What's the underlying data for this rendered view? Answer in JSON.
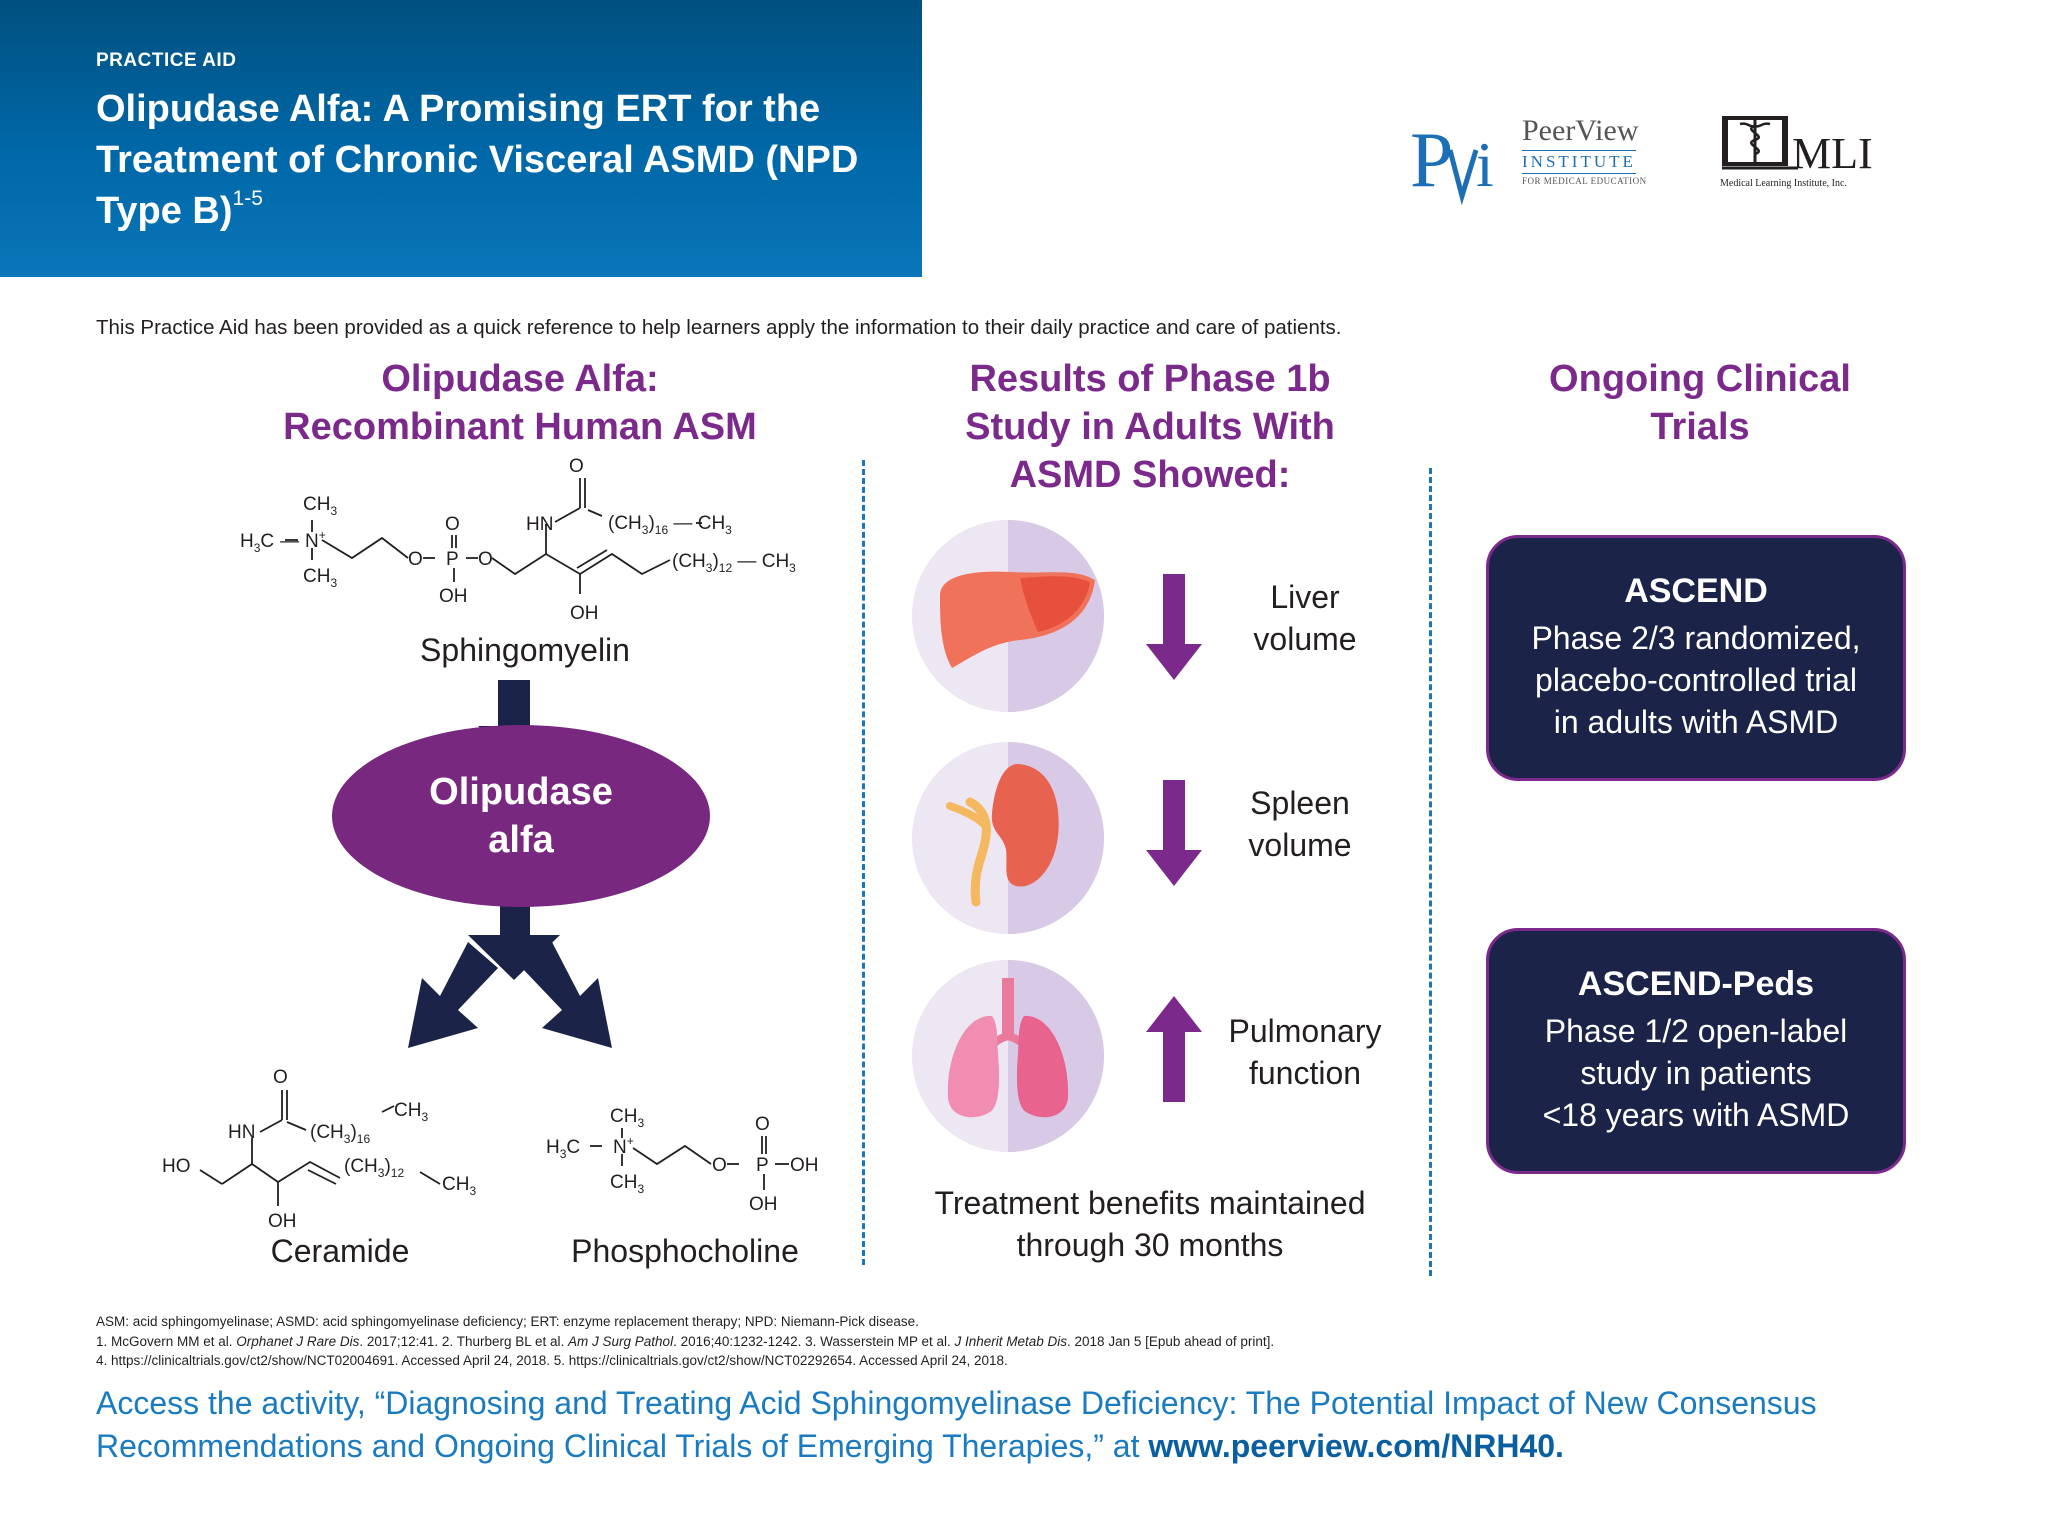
{
  "header": {
    "kicker": "PRACTICE AID",
    "title": "Olipudase Alfa: A Promising ERT for the Treatment of Chronic Visceral ASMD (NPD Type B)",
    "title_sup": "1-5"
  },
  "logos": {
    "pvi": {
      "mark": "PVi",
      "name": "PeerView",
      "institute": "INSTITUTE",
      "tagline": "FOR MEDICAL EDUCATION"
    },
    "mli": {
      "mark": "MLI",
      "tagline": "Medical Learning Institute, Inc.",
      "icon": "caduceus-book-icon"
    }
  },
  "intro": "This Practice Aid has been provided as a quick reference to help learners apply the information to their daily practice and care of patients.",
  "columns": {
    "mechanism": {
      "heading_line1": "Olipudase Alfa:",
      "heading_line2": "Recombinant Human ASM",
      "substrate_label": "Sphingomyelin",
      "enzyme_line1": "Olipudase",
      "enzyme_line2": "alfa",
      "product1_label": "Ceramide",
      "product2_label": "Phosphocholine"
    },
    "results": {
      "heading_line1": "Results of Phase 1b",
      "heading_line2": "Study in Adults With",
      "heading_line3": "ASMD Showed:",
      "items": [
        {
          "line1": "Liver",
          "line2": "volume",
          "direction": "down",
          "icon": "liver-icon"
        },
        {
          "line1": "Spleen",
          "line2": "volume",
          "direction": "down",
          "icon": "spleen-icon"
        },
        {
          "line1": "Pulmonary",
          "line2": "function",
          "direction": "up",
          "icon": "lungs-icon"
        }
      ],
      "footer_line1": "Treatment benefits maintained",
      "footer_line2": "through 30 months"
    },
    "trials": {
      "heading_line1": "Ongoing Clinical",
      "heading_line2": "Trials",
      "items": [
        {
          "name": "ASCEND",
          "desc_line1": "Phase 2/3 randomized,",
          "desc_line2": "placebo-controlled trial",
          "desc_line3": "in adults with ASMD"
        },
        {
          "name": "ASCEND-Peds",
          "desc_line1": "Phase 1/2 open-label",
          "desc_line2": "study in patients",
          "desc_line3": "<18 years with ASMD"
        }
      ]
    }
  },
  "chem": {
    "ch3": "CH",
    "sub3": "3",
    "h3c_h": "H",
    "h3c_c": "C",
    "n": "N",
    "plus": "+",
    "o": "O",
    "p": "P",
    "oh": "OH",
    "hn": "HN",
    "ho": "HO",
    "ch2": "(CH",
    "ch2_close": ")",
    "n16": "16",
    "n12": "12"
  },
  "footnotes": {
    "abbreviations": "ASM: acid sphingomyelinase; ASMD: acid sphingomyelinase deficiency; ERT: enzyme replacement therapy; NPD: Niemann-Pick disease.",
    "ref1_a": "1. McGovern MM et al. ",
    "ref1_journal": "Orphanet J Rare Dis",
    "ref1_b": ". 2017;12:41. 2. Thurberg BL et al. ",
    "ref2_journal": "Am J Surg Pathol",
    "ref2_b": ". 2016;40:1232-1242. 3. Wasserstein MP et al. ",
    "ref3_journal": "J Inherit Metab Dis",
    "ref3_b": ". 2018 Jan 5 [Epub ahead of print].",
    "line3": "4. https://clinicaltrials.gov/ct2/show/NCT02004691. Accessed April 24, 2018. 5. https://clinicaltrials.gov/ct2/show/NCT02292654. Accessed April 24, 2018."
  },
  "access": {
    "text": "Access the activity, “Diagnosing and Treating Acid Sphingomyelinase Deficiency: The Potential Impact of New Consensus Recommendations and Ongoing Clinical Trials of Emerging Therapies,” at ",
    "url": "www.peerview.com/NRH40."
  },
  "colors": {
    "header_blue": "#0068a8",
    "heading_purple": "#7b2a8c",
    "navy": "#1c2349",
    "divider_blue": "#1f75b8",
    "access_blue": "#1a7bc0"
  }
}
